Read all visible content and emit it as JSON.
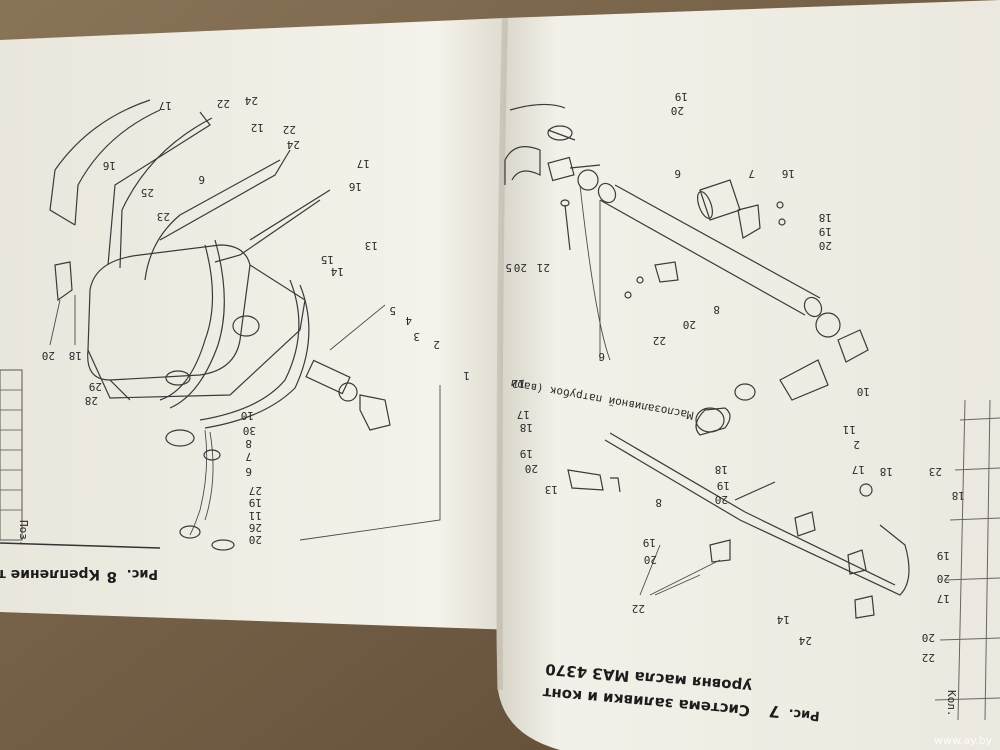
{
  "left_page": {
    "fig_label": "Рис.",
    "fig_number": "8",
    "caption": "Крепление топ",
    "table_header": "Поз."
  },
  "right_page": {
    "fig_label": "Рис.",
    "fig_number": "7",
    "caption_line1": "Система заливки и конт",
    "caption_line2": "уровня масла МАЗ 4370",
    "annotation": "Маслозаливной патрубок (вари",
    "table_header": "Кол."
  },
  "left_callouts": [
    "17",
    "24",
    "22",
    "12",
    "24",
    "22",
    "16",
    "6",
    "25",
    "23",
    "17",
    "16",
    "13",
    "15",
    "14",
    "5",
    "4",
    "3",
    "2",
    "1",
    "20",
    "18",
    "29",
    "28",
    "10",
    "30",
    "8",
    "7",
    "6",
    "27",
    "19",
    "11",
    "26",
    "20"
  ],
  "right_callouts": [
    "19",
    "20",
    "6",
    "7",
    "16",
    "18",
    "19",
    "20",
    "21",
    "20",
    "5",
    "8",
    "20",
    "22",
    "6",
    "10",
    "11",
    "2",
    "12",
    "17",
    "18",
    "19",
    "20",
    "13",
    "18",
    "20",
    "19",
    "8",
    "19",
    "20",
    "22",
    "14",
    "17",
    "18",
    "23",
    "18",
    "19",
    "20",
    "17",
    "24",
    "20",
    "22"
  ],
  "watermark": "www.ay.by",
  "colors": {
    "background": "#6f5a43",
    "paper": "#f3f1ea",
    "ink": "#2b2b2b"
  }
}
